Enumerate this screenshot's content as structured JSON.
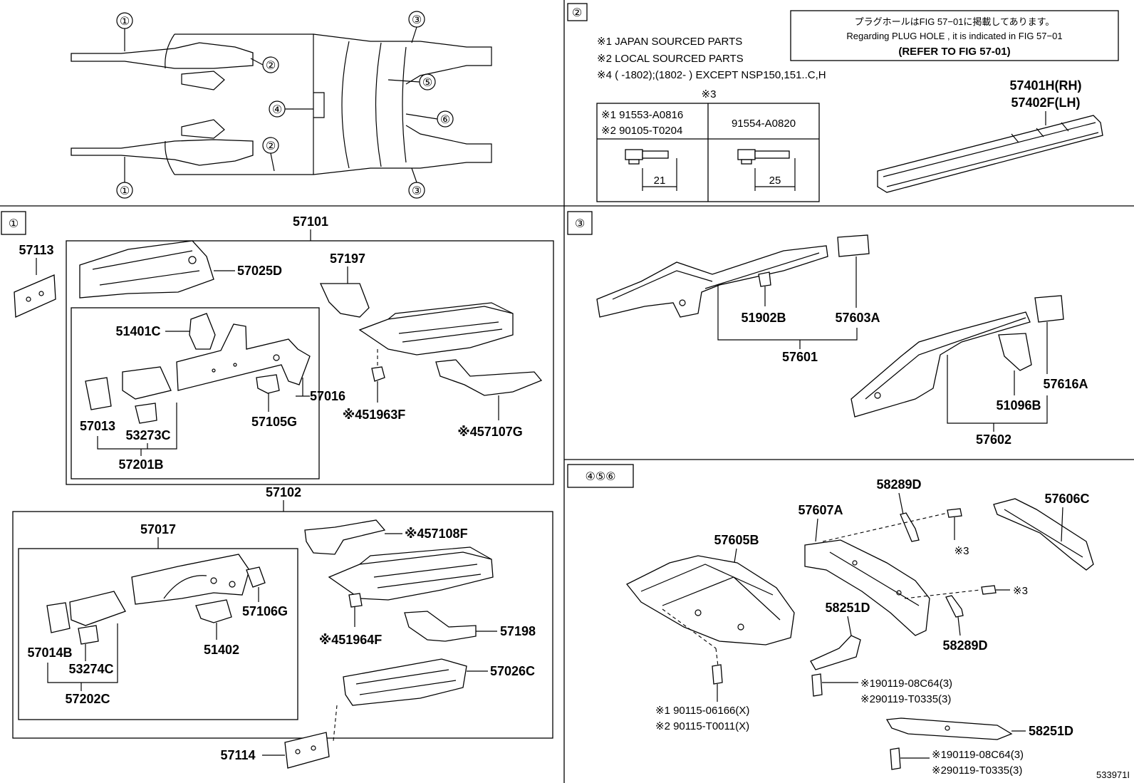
{
  "figure_id": "533971I",
  "overview": {
    "callout_1": "①",
    "callout_2": "②",
    "callout_3": "③",
    "callout_4": "④",
    "callout_5": "⑤",
    "callout_6": "⑥"
  },
  "section_2": {
    "tag": "②",
    "notes": {
      "japan": "※1 JAPAN SOURCED PARTS",
      "local": "※2 LOCAL SOURCED PARTS",
      "except": "※4 (      -1802);(1802-       ) EXCEPT NSP150,151..C,H"
    },
    "plug_box": {
      "line1": "プラグホールはFIG 57−01に掲載してあります。",
      "line2": "Regarding  PLUG  HOLE , it is indicated in FIG  57−01",
      "line3": "(REFER TO FIG 57-01)"
    },
    "bolt_table": {
      "header": "※3",
      "cell_a1": "※1 91553-A0816",
      "cell_a2": "※2 90105-T0204",
      "cell_b": "91554-A0820",
      "dim_a": "21",
      "dim_b": "25"
    },
    "rocker_rh": "57401H(RH)",
    "rocker_lh": "57402F(LH)"
  },
  "section_1": {
    "tag": "①",
    "p57113": "57113",
    "p57101": "57101",
    "p57025D": "57025D",
    "p57197": "57197",
    "p51401C": "51401C",
    "p57016": "57016",
    "p57013": "57013",
    "p53273C": "53273C",
    "p57105G": "57105G",
    "p51963F": "※451963F",
    "p57107G": "※457107G",
    "p57201B": "57201B",
    "p57102": "57102",
    "p57017": "57017",
    "p57108F": "※457108F",
    "p57106G": "57106G",
    "p51402": "51402",
    "p57014B": "57014B",
    "p53274C": "53274C",
    "p57202C": "57202C",
    "p51964F": "※451964F",
    "p57198": "57198",
    "p57026C": "57026C",
    "p57114": "57114"
  },
  "section_3": {
    "tag": "③",
    "p51902B": "51902B",
    "p57603A": "57603A",
    "p57601": "57601",
    "p57616A": "57616A",
    "p51096B": "51096B",
    "p57602": "57602"
  },
  "section_456": {
    "tag": "④⑤⑥",
    "p58289D_top": "58289D",
    "p57606C": "57606C",
    "p57607A": "57607A",
    "p57605B": "57605B",
    "ref3_a": "※3",
    "ref3_b": "※3",
    "p58251D_a": "58251D",
    "p58289D_b": "58289D",
    "bolt_a1": "※190119-08C64(3)",
    "bolt_a2": "※290119-T0335(3)",
    "p58251D_b": "58251D",
    "bolt_b1": "※190119-08C64(3)",
    "bolt_b2": "※290119-T0335(3)",
    "screw_1": "※1 90115-06166(X)",
    "screw_2": "※2 90115-T0011(X)"
  }
}
